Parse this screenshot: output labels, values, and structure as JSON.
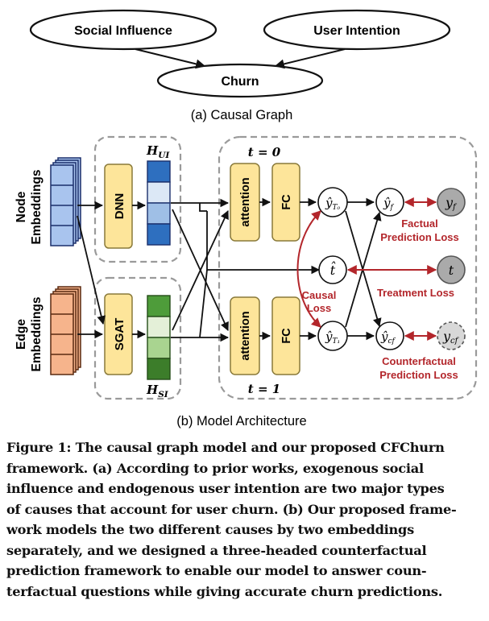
{
  "causal_graph": {
    "nodes": {
      "social_influence": "Social Influence",
      "user_intention": "User Intention",
      "churn": "Churn"
    },
    "caption": "(a) Causal Graph"
  },
  "architecture": {
    "inputs": {
      "node_embeddings": [
        "Node",
        "Embeddings"
      ],
      "edge_embeddings": [
        "Edge",
        "Embeddings"
      ]
    },
    "encoders": {
      "dnn": "DNN",
      "sgat": "SGAT",
      "h_ui": {
        "base": "H",
        "sub": "UI"
      },
      "h_si": {
        "base": "H",
        "sub": "SI"
      }
    },
    "heads": {
      "t0_label": "t = 0",
      "t1_label": "t = 1",
      "attention": "attention",
      "fc": "FC"
    },
    "nodes": {
      "y_t0": {
        "base": "ŷ",
        "sub": "T₀"
      },
      "y_t1": {
        "base": "ŷ",
        "sub": "T₁"
      },
      "y_f_hat": {
        "base": "ŷ",
        "sub": "f"
      },
      "y_cf_hat": {
        "base": "ŷ",
        "sub": "cf"
      },
      "t_hat": "t̂",
      "y_f": {
        "base": "y",
        "sub": "f"
      },
      "t": "t",
      "y_cf": {
        "base": "y",
        "sub": "cf"
      }
    },
    "losses": {
      "factual": [
        "Factual",
        "Prediction Loss"
      ],
      "treatment": "Treatment Loss",
      "counterfactual": [
        "Counterfactual",
        "Prediction Loss"
      ],
      "causal": [
        "Causal",
        "Loss"
      ]
    },
    "caption": "(b) Model Architecture"
  },
  "figure_caption": [
    "Figure 1: The causal graph model and our proposed CFChurn",
    "framework. (a) According to prior works, exogenous social",
    "influence and endogenous user intention are two major types",
    "of causes that account for user churn. (b) Our proposed frame-",
    "work models the two different causes by two embeddings",
    "separately, and we designed a three-headed counterfactual",
    "prediction framework to enable our model to answer coun-",
    "terfactual questions while giving accurate churn predictions."
  ],
  "colors": {
    "node_embedding_blue": "#a9c4ee",
    "edge_embedding_orange": "#f6b48c",
    "module_yellow": "#fde59a",
    "loss_red": "#b3262b"
  }
}
